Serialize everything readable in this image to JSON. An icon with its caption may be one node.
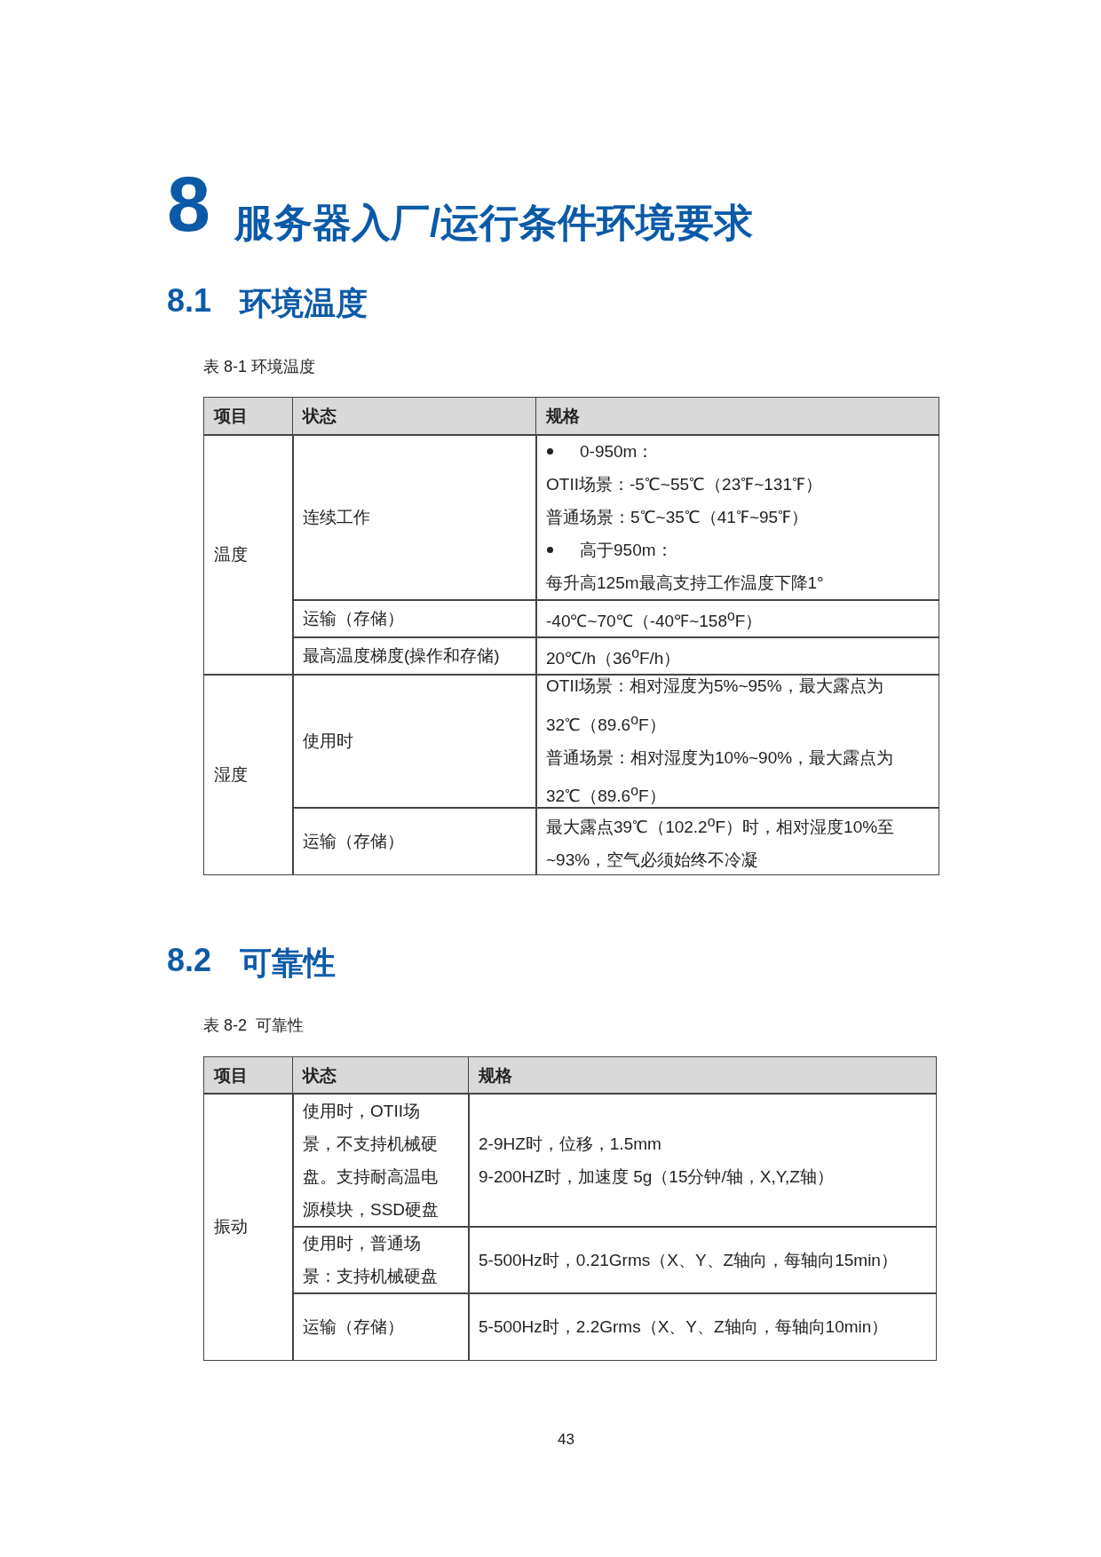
{
  "diagram": {
    "title": "服务器入厂/运行条件环境要求",
    "labels": [
      "8",
      "8.1",
      "环境温度",
      "表 8-1 环境温度",
      "项目",
      "状态",
      "规格",
      "温度",
      "连续工作",
      "0-950m：",
      "OTII场景：-5℃~55℃（23℉~131℉）",
      "普通场景：5℃~35℃（41℉~95℉）",
      "高于950m：",
      "每升高125m最高支持工作温度下降1°",
      "运输（存储）",
      "-40℃~70℃（-40℉~158$^{o}$F）",
      "最高温度梯度(操作和存储)",
      "20℃/h（36$^{o}$F/h）",
      "湿度",
      "使用时",
      "OTII场景：相对湿度为5%~95%，最大露点为32℃（89.6$^{o}$F）",
      "普通场景：相对湿度为10%~90%，最大露点为32℃（89.6$^{o}$F）",
      "运输（存储）",
      "最大露点39℃（102.2$^{o}$F）时，相对湿度10%至~93%，空气必须始终不冷凝",
      "8.2",
      "可靠性",
      "表 8-2  可靠性",
      "项目",
      "状态",
      "规格",
      "振动",
      "使用时，OTII场景，不支持机械硬盘。支持耐高温电源模块，SSD硬盘",
      "2-9HZ时，位移，1.5mm",
      "9-200HZ时，加速度  5g（15分钟/轴，X,Y,Z轴）",
      "使用时，普通场景：支持机械硬盘",
      "5-500Hz时，0.21Grms（X、Y、Z轴向，每轴向15min）",
      "运输（存储）",
      "5-500Hz时，2.2Grms（X、Y、Z轴向，每轴向10min）",
      "43"
    ]
  }
}
